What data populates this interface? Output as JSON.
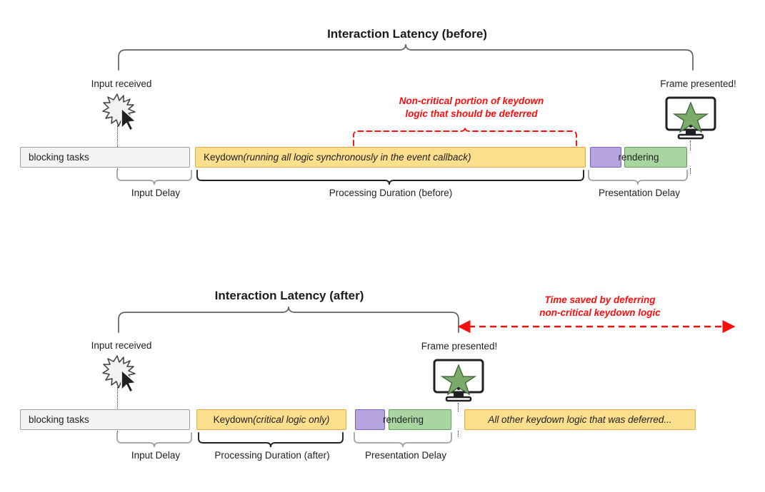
{
  "page": {
    "background": "#ffffff",
    "accent_red": "#fc0d0d",
    "yellow_fill": "#fcdf8d",
    "yellow_border": "#e9a73e",
    "purple_fill": "#b5a4de",
    "purple_border": "#7d60c2",
    "green_fill": "#a9d5a1",
    "green_border": "#5da057",
    "gray_fill": "#f1f3f4",
    "gray_border": "#9aa0a6"
  },
  "diagram_before": {
    "title": "Interaction Latency (before)",
    "input_label": "Input received",
    "frame_label": "Frame presented!",
    "red_note_line1": "Non-critical portion of keydown",
    "red_note_line2": "logic that should be deferred",
    "bars": [
      {
        "name": "blocking-tasks",
        "label": "blocking tasks"
      },
      {
        "name": "keydown",
        "label": "Keydown ",
        "label_italic": "(running all logic synchronously in the event callback)"
      },
      {
        "name": "purple-block",
        "label": ""
      },
      {
        "name": "green-block",
        "label": ""
      }
    ],
    "rendering_label": "rendering",
    "segments": [
      {
        "name": "input-delay",
        "label": "Input Delay"
      },
      {
        "name": "processing-duration",
        "label": "Processing Duration (before)"
      },
      {
        "name": "presentation-delay",
        "label": "Presentation Delay"
      }
    ]
  },
  "diagram_after": {
    "title": "Interaction Latency (after)",
    "input_label": "Input received",
    "frame_label": "Frame presented!",
    "red_note_line1": "Time saved by deferring",
    "red_note_line2": "non-critical keydown logic",
    "bars": [
      {
        "name": "blocking-tasks",
        "label": "blocking tasks"
      },
      {
        "name": "keydown",
        "label": "Keydown ",
        "label_italic": "(critical logic only)"
      },
      {
        "name": "purple-block",
        "label": ""
      },
      {
        "name": "green-block",
        "label": ""
      },
      {
        "name": "deferred-work",
        "label": "All other keydown logic that was deferred..."
      }
    ],
    "rendering_label": "rendering",
    "segments": [
      {
        "name": "input-delay",
        "label": "Input Delay"
      },
      {
        "name": "processing-duration",
        "label": "Processing Duration (after)"
      },
      {
        "name": "presentation-delay",
        "label": "Presentation Delay"
      }
    ]
  },
  "icons": {
    "burst": "burst-starburst-icon",
    "cursor": "mouse-cursor-icon",
    "monitor": "monitor-icon",
    "star": "star-icon"
  }
}
